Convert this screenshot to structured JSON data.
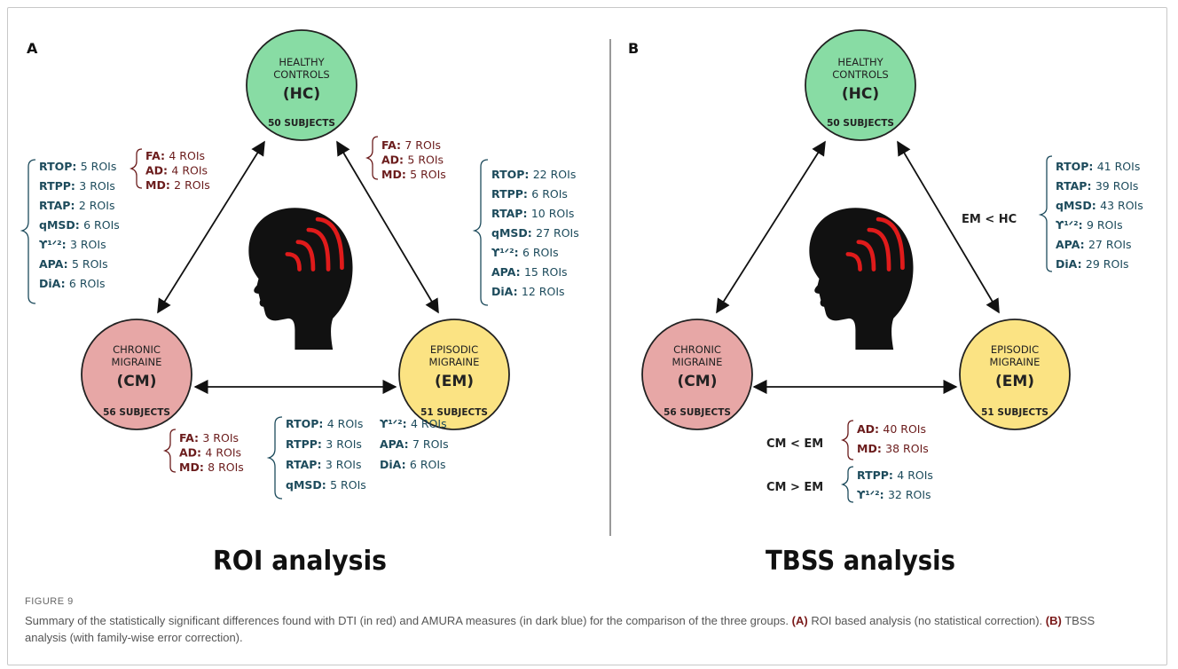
{
  "panels": {
    "A": {
      "letter": "A",
      "title": "ROI analysis",
      "hc": {
        "line1": "HEALTHY",
        "line2": "CONTROLS",
        "abbr": "(HC)",
        "subjects": "50 SUBJECTS",
        "color": "#88dca4"
      },
      "cm": {
        "line1": "CHRONIC",
        "line2": "MIGRAINE",
        "abbr": "(CM)",
        "subjects": "56 SUBJECTS",
        "color": "#e7a7a6"
      },
      "em": {
        "line1": "EPISODIC",
        "line2": "MIGRAINE",
        "abbr": "(EM)",
        "subjects": "51 SUBJECTS",
        "color": "#fbe383"
      },
      "hc_cm_dti": [
        {
          "m": "FA:",
          "v": "4 ROIs"
        },
        {
          "m": "AD:",
          "v": "4 ROIs"
        },
        {
          "m": "MD:",
          "v": "2 ROIs"
        }
      ],
      "hc_cm_amura": [
        {
          "m": "RTOP:",
          "v": "5 ROIs"
        },
        {
          "m": "RTPP:",
          "v": "3 ROIs"
        },
        {
          "m": "RTAP:",
          "v": "2 ROIs"
        },
        {
          "m": "qMSD:",
          "v": "6 ROIs"
        },
        {
          "m": "ϒ¹ᐟ²:",
          "v": "3 ROIs"
        },
        {
          "m": "APA:",
          "v": "5 ROIs"
        },
        {
          "m": "DiA:",
          "v": "6 ROIs"
        }
      ],
      "hc_em_dti": [
        {
          "m": "FA:",
          "v": "7 ROIs"
        },
        {
          "m": "AD:",
          "v": "5 ROIs"
        },
        {
          "m": "MD:",
          "v": "5 ROIs"
        }
      ],
      "hc_em_amura": [
        {
          "m": "RTOP:",
          "v": "22 ROIs"
        },
        {
          "m": "RTPP:",
          "v": "6 ROIs"
        },
        {
          "m": "RTAP:",
          "v": "10 ROIs"
        },
        {
          "m": "qMSD:",
          "v": "27 ROIs"
        },
        {
          "m": "ϒ¹ᐟ²:",
          "v": "6 ROIs"
        },
        {
          "m": "APA:",
          "v": "15 ROIs"
        },
        {
          "m": "DiA:",
          "v": "12 ROIs"
        }
      ],
      "cm_em_dti": [
        {
          "m": "FA:",
          "v": "3 ROIs"
        },
        {
          "m": "AD:",
          "v": "4 ROIs"
        },
        {
          "m": "MD:",
          "v": "8 ROIs"
        }
      ],
      "cm_em_amura_col1": [
        {
          "m": "RTOP:",
          "v": "4 ROIs"
        },
        {
          "m": "RTPP:",
          "v": "3 ROIs"
        },
        {
          "m": "RTAP:",
          "v": "3 ROIs"
        },
        {
          "m": "qMSD:",
          "v": "5 ROIs"
        }
      ],
      "cm_em_amura_col2": [
        {
          "m": "ϒ¹ᐟ²:",
          "v": "4 ROIs"
        },
        {
          "m": "APA:",
          "v": "7 ROIs"
        },
        {
          "m": "DiA:",
          "v": "6 ROIs"
        }
      ]
    },
    "B": {
      "letter": "B",
      "title": "TBSS analysis",
      "hc": {
        "line1": "HEALTHY",
        "line2": "CONTROLS",
        "abbr": "(HC)",
        "subjects": "50 SUBJECTS",
        "color": "#88dca4"
      },
      "cm": {
        "line1": "CHRONIC",
        "line2": "MIGRAINE",
        "abbr": "(CM)",
        "subjects": "56 SUBJECTS",
        "color": "#e7a7a6"
      },
      "em": {
        "line1": "EPISODIC",
        "line2": "MIGRAINE",
        "abbr": "(EM)",
        "subjects": "51 SUBJECTS",
        "color": "#fbe383"
      },
      "em_hc_label": "EM < HC",
      "em_hc_amura": [
        {
          "m": "RTOP:",
          "v": "41 ROIs"
        },
        {
          "m": "RTAP:",
          "v": "39 ROIs"
        },
        {
          "m": "qMSD:",
          "v": "43 ROIs"
        },
        {
          "m": "ϒ¹ᐟ²:",
          "v": "9 ROIs"
        },
        {
          "m": "APA:",
          "v": "27 ROIs"
        },
        {
          "m": "DiA:",
          "v": "29 ROIs"
        }
      ],
      "cm_lt_em_label": "CM < EM",
      "cm_lt_em_dti": [
        {
          "m": "AD:",
          "v": "40 ROIs"
        },
        {
          "m": "MD:",
          "v": "38 ROIs"
        }
      ],
      "cm_gt_em_label": "CM > EM",
      "cm_gt_em_amura": [
        {
          "m": "RTPP:",
          "v": "4 ROIs"
        },
        {
          "m": "ϒ¹ᐟ²:",
          "v": "32 ROIs"
        }
      ]
    }
  },
  "caption": {
    "label": "FIGURE 9",
    "text": "Summary of the statistically significant differences found with DTI (in red) and AMURA measures (in dark blue) for the comparison of the three groups.",
    "a_tag": "(A)",
    "a_text": "ROI based analysis (no statistical correction).",
    "b_tag": "(B)",
    "b_text": "TBSS analysis (with family-wise error correction)."
  },
  "colors": {
    "dti": "#6b1c1c",
    "amura": "#1d4b5c",
    "hc": "#88dca4",
    "cm": "#e7a7a6",
    "em": "#fbe383",
    "brain_arcs": "#e01b1b"
  }
}
